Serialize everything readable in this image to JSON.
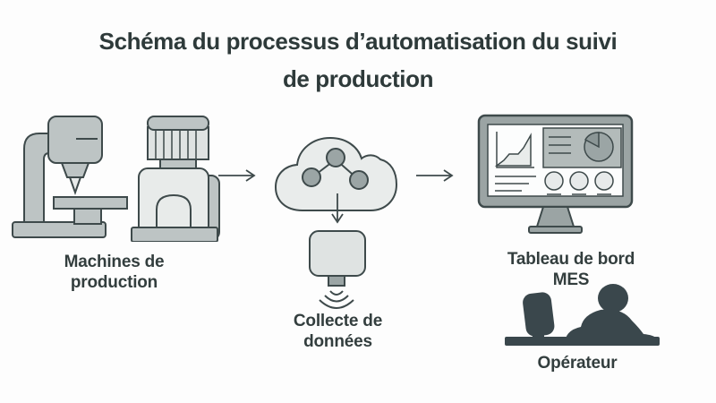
{
  "title": {
    "line1": "Schéma du processus d’automatisation du suivi",
    "line2": "de production"
  },
  "labels": {
    "machines": "Machines de production",
    "collecte": "Collecte de données",
    "dashboard": "Tableau de bord MES",
    "operateur": "Opérateur"
  },
  "icons": {
    "machine1": "milling-machine-icon",
    "machine2": "press-machine-icon",
    "cloud": "cloud-network-icon",
    "sensor": "wireless-sensor-icon",
    "monitor": "mes-dashboard-monitor-icon",
    "operator": "operator-at-desk-icon",
    "arrow1": "arrow-right-icon",
    "arrow2": "arrow-right-icon",
    "arrow3": "arrow-down-icon"
  },
  "colors": {
    "background": "#fdfdfd",
    "outline": "#3e4a4b",
    "title_text": "#2e3a3a",
    "label_text": "#333e3e",
    "machine_gray": "#bdc4c4",
    "light_gray": "#e8ebea",
    "cloud_fill": "#e9eceb",
    "node_fill": "#9ba5a5",
    "monitor_frame": "#9ba4a4",
    "panel_gray": "#b3bbba",
    "silhouette": "#3a474c"
  }
}
